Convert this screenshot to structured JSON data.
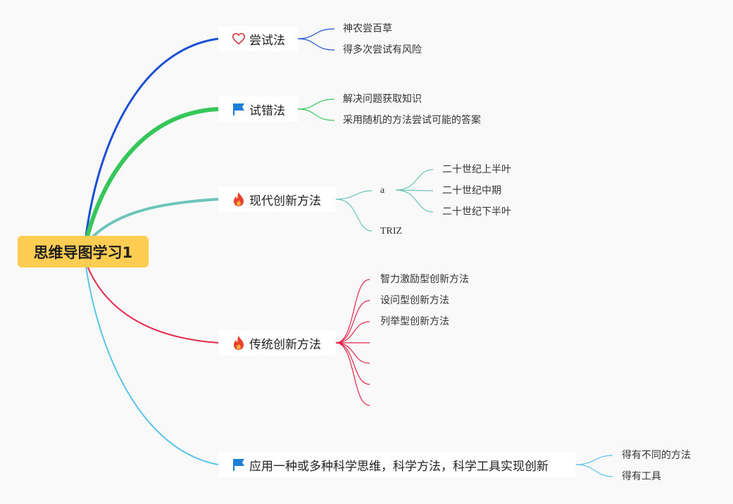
{
  "root": {
    "label": "思维导图学习1"
  },
  "branches": [
    {
      "id": "b1",
      "label": "尝试法",
      "icon": "heart-icon",
      "color": "#1a4fd6",
      "children": [
        "神农尝百草",
        "得多次尝试有风险"
      ]
    },
    {
      "id": "b2",
      "label": "试错法",
      "icon": "flag-icon",
      "color": "#35c759",
      "children": [
        "解决问题获取知识",
        "采用随机的方法尝试可能的答案"
      ]
    },
    {
      "id": "b3",
      "label": "现代创新方法",
      "icon": "fire-icon",
      "color": "#6cc5b8",
      "children": [
        {
          "label": "a",
          "children": [
            "二十世纪上半叶",
            "二十世纪中期",
            "二十世纪下半叶"
          ]
        },
        {
          "label": "TRIZ"
        }
      ]
    },
    {
      "id": "b4",
      "label": "传统创新方法",
      "icon": "fire-icon",
      "color": "#e5274a",
      "children": [
        "智力激励型创新方法",
        "设问型创新方法",
        "列举型创新方法",
        "",
        "",
        "",
        ""
      ]
    },
    {
      "id": "b5",
      "label": "应用一种或多种科学思维，科学方法，科学工具实现创新",
      "icon": "flag-icon",
      "color": "#59c4eb",
      "children": [
        "得有不同的方法",
        "得有工具"
      ]
    }
  ]
}
